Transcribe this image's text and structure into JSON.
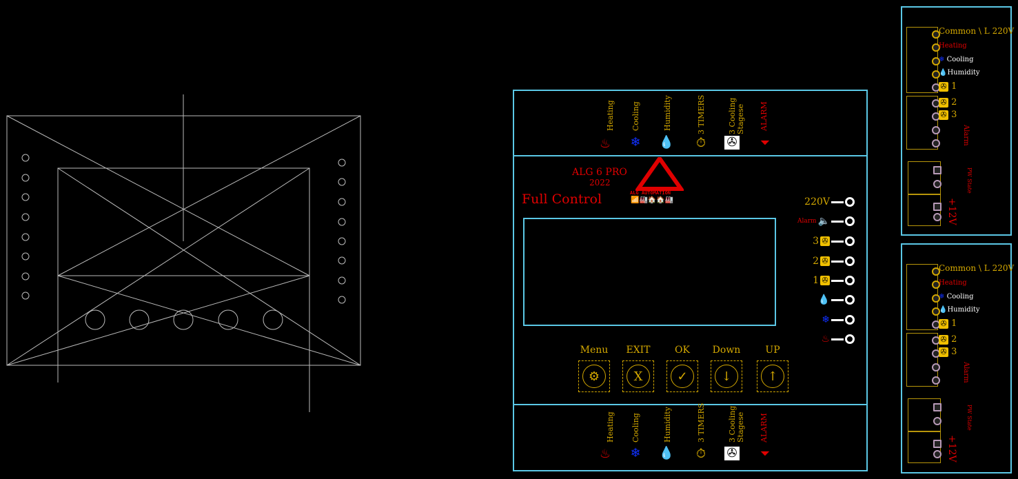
{
  "top_strip": {
    "labels": [
      "Heating",
      "Cooling",
      "Humidity",
      "3 TIMERS",
      "3 Cooling Stagese",
      "ALARM"
    ],
    "icons": [
      "heater-icon",
      "snowflake-icon",
      "humidity-icon",
      "timer-icon",
      "fan-icon",
      "alarm-horn-icon"
    ]
  },
  "brand": {
    "model": "ALG 6 PRO",
    "year": "2022",
    "tagline": "Full Control",
    "logo_text": "ALG AUTOMATION"
  },
  "terminals": [
    "220V",
    "Alarm",
    "3",
    "2",
    "1",
    "",
    "",
    ""
  ],
  "buttons": [
    {
      "label": "Menu",
      "glyph": "⚙"
    },
    {
      "label": "EXIT",
      "glyph": "X"
    },
    {
      "label": "OK",
      "glyph": "✓"
    },
    {
      "label": "Down",
      "glyph": "↓"
    },
    {
      "label": "UP",
      "glyph": "↑"
    }
  ],
  "side_panel": {
    "common": "Common \\ L 220V",
    "heating": "Heating",
    "cooling": "Cooling",
    "humidity": "Humidity",
    "fan1": "1",
    "fan2": "2",
    "fan3": "3",
    "alarm": "Alarm",
    "pw": "PW State",
    "v12": "+12V"
  },
  "colors": {
    "frame": "#5bc8e6",
    "accent": "#d4a800",
    "alert": "#e00000",
    "cool": "#1030ff"
  }
}
